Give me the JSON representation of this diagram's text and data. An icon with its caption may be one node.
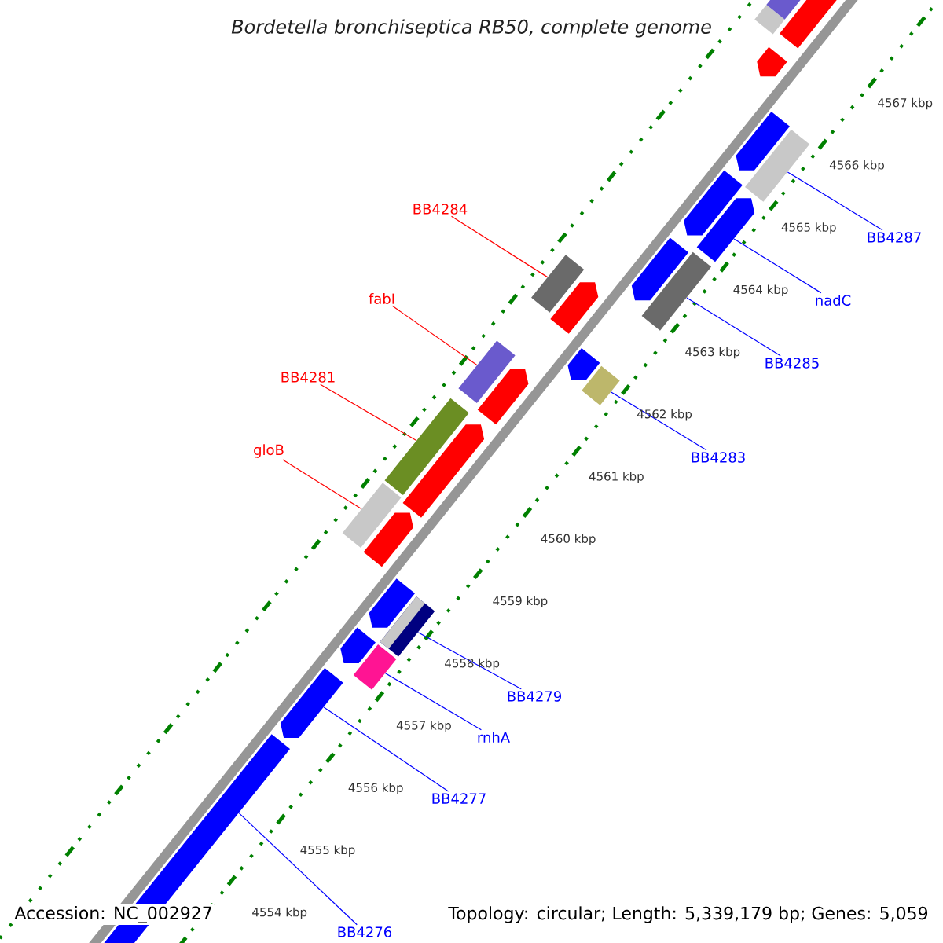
{
  "diagram": {
    "title": "Bordetella bronchiseptica RB50, complete genome",
    "nodes": [
      {
        "text": [
          "BB4284"
        ]
      },
      {
        "text": [
          "fabI"
        ]
      },
      {
        "text": [
          "BB4281"
        ]
      },
      {
        "text": [
          "gloB"
        ]
      },
      {
        "text": [
          "BB4287"
        ]
      },
      {
        "text": [
          "nadC"
        ]
      },
      {
        "text": [
          "BB4285"
        ]
      },
      {
        "text": [
          "BB4283"
        ]
      },
      {
        "text": [
          "BB4279"
        ]
      },
      {
        "text": [
          "rnhA"
        ]
      },
      {
        "text": [
          "BB4277"
        ]
      },
      {
        "text": [
          "BB4276"
        ]
      },
      {
        "text": [],
        "shape": "bar"
      },
      {
        "text": [],
        "shape": "bar"
      },
      {
        "text": [],
        "shape": "bar"
      },
      {
        "text": [],
        "shape": "bar"
      },
      {
        "text": [],
        "shape": "bar"
      },
      {
        "text": [],
        "shape": "bar"
      },
      {
        "text": [],
        "shape": "bar"
      },
      {
        "text": [],
        "shape": "bar"
      },
      {
        "text": [],
        "shape": "bar"
      },
      {
        "text": [],
        "shape": "bar"
      },
      {
        "text": [],
        "shape": "bar"
      },
      {
        "text": [],
        "shape": "bar"
      }
    ],
    "edges": [
      {
        "from": 0,
        "to": 14,
        "arrow": "none",
        "color": "#ff0000"
      },
      {
        "from": 1,
        "to": 16,
        "arrow": "none",
        "color": "#ff0000"
      },
      {
        "from": 2,
        "to": 18,
        "arrow": "none",
        "color": "#ff0000"
      },
      {
        "from": 3,
        "to": 19,
        "arrow": "none",
        "color": "#ff0000"
      },
      {
        "from": 4,
        "to": 12,
        "arrow": "none"
      },
      {
        "from": 5,
        "to": 13,
        "arrow": "none"
      },
      {
        "from": 6,
        "to": 15,
        "arrow": "none"
      },
      {
        "from": 7,
        "to": 17,
        "arrow": "none"
      },
      {
        "from": 8,
        "to": 20,
        "arrow": "none"
      },
      {
        "from": 9,
        "to": 21,
        "arrow": "none"
      },
      {
        "from": 10,
        "to": 22,
        "arrow": "none"
      },
      {
        "from": 11,
        "to": 23,
        "arrow": "none"
      }
    ],
    "labels": [
      "4567 kbp",
      "4566 kbp",
      "4565 kbp",
      "4564 kbp",
      "4563 kbp",
      "4562 kbp",
      "4561 kbp",
      "4560 kbp",
      "4559 kbp",
      "4558 kbp",
      "4557 kbp",
      "4556 kbp",
      "4555 kbp",
      "4554 kbp",
      "Accession: NC_002927",
      "Topology: circular; Length: 5,339,179 bp; Genes: 5,059"
    ]
  }
}
